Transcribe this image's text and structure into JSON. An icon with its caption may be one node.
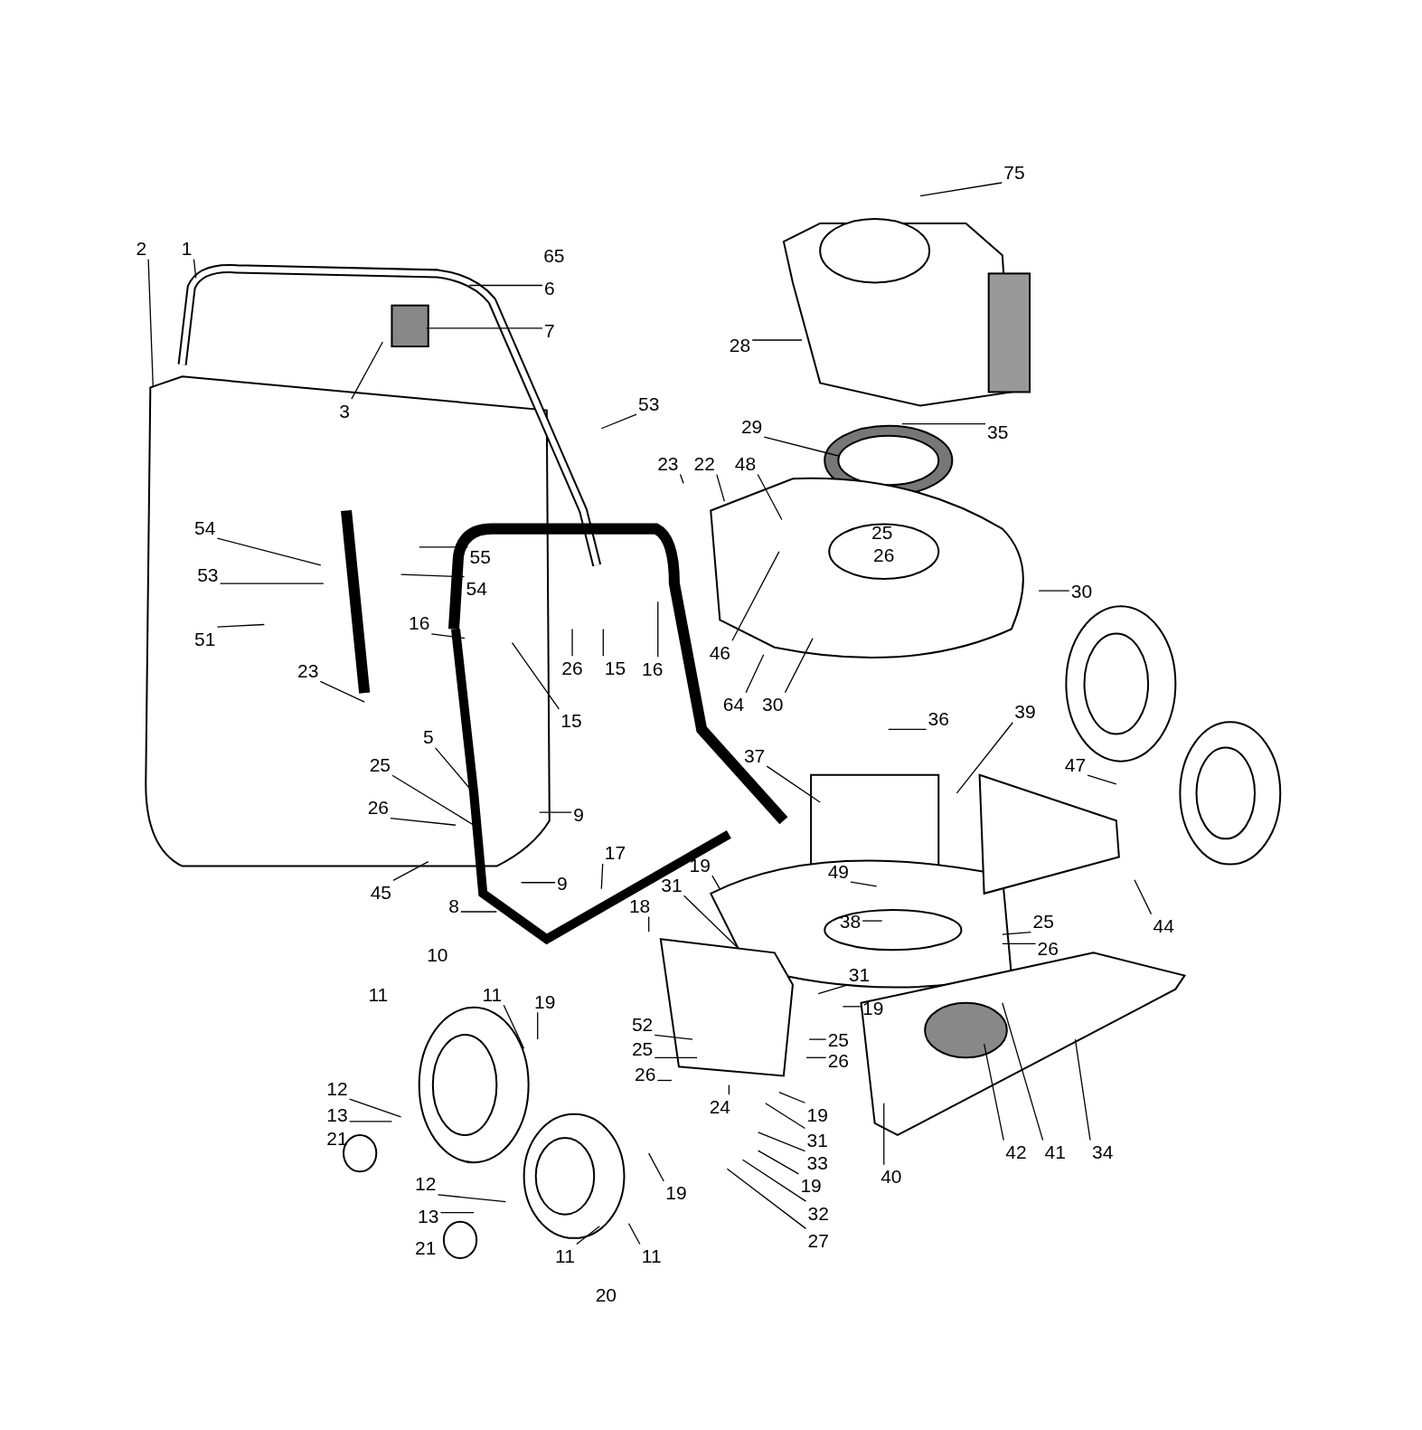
{
  "diagram": {
    "nodes": [
      {
        "text": [
          "75"
        ]
      },
      {
        "text": [
          "2"
        ]
      },
      {
        "text": [
          "1"
        ]
      },
      {
        "text": [
          "6"
        ]
      },
      {
        "text": [
          "7"
        ]
      },
      {
        "text": [
          "3"
        ]
      },
      {
        "text": [
          "53"
        ]
      },
      {
        "text": [
          "28"
        ]
      },
      {
        "text": [
          "29"
        ]
      },
      {
        "text": [
          "35"
        ]
      },
      {
        "text": [
          "23"
        ]
      },
      {
        "text": [
          "22"
        ]
      },
      {
        "text": [
          "48"
        ]
      },
      {
        "text": [
          "54"
        ]
      },
      {
        "text": [
          "53"
        ]
      },
      {
        "text": [
          "55"
        ]
      },
      {
        "text": [
          "54"
        ]
      },
      {
        "text": [
          "30"
        ]
      },
      {
        "text": [
          "51"
        ]
      },
      {
        "text": [
          "16"
        ]
      },
      {
        "text": [
          "26"
        ]
      },
      {
        "text": [
          "15"
        ]
      },
      {
        "text": [
          "16"
        ]
      },
      {
        "text": [
          "46"
        ]
      },
      {
        "text": [
          "23"
        ]
      },
      {
        "text": [
          "15"
        ]
      },
      {
        "text": [
          "64"
        ]
      },
      {
        "text": [
          "30"
        ]
      },
      {
        "text": [
          "36"
        ]
      },
      {
        "text": [
          "39"
        ]
      },
      {
        "text": [
          "5"
        ]
      },
      {
        "text": [
          "37"
        ]
      },
      {
        "text": [
          "25"
        ]
      },
      {
        "text": [
          "47"
        ]
      },
      {
        "text": [
          "26"
        ]
      },
      {
        "text": [
          "9"
        ]
      },
      {
        "text": [
          "17"
        ]
      },
      {
        "text": [
          "19"
        ]
      },
      {
        "text": [
          "49"
        ]
      },
      {
        "text": [
          "9"
        ]
      },
      {
        "text": [
          "31"
        ]
      },
      {
        "text": [
          "45"
        ]
      },
      {
        "text": [
          "8"
        ]
      },
      {
        "text": [
          "18"
        ]
      },
      {
        "text": [
          "38"
        ]
      },
      {
        "text": [
          "25"
        ]
      },
      {
        "text": [
          "26"
        ]
      },
      {
        "text": [
          "44"
        ]
      },
      {
        "text": [
          "11"
        ]
      },
      {
        "text": [
          "19"
        ]
      },
      {
        "text": [
          "31"
        ]
      },
      {
        "text": [
          "19"
        ]
      },
      {
        "text": [
          "52"
        ]
      },
      {
        "text": [
          "25"
        ]
      },
      {
        "text": [
          "25"
        ]
      },
      {
        "text": [
          "26"
        ]
      },
      {
        "text": [
          "26"
        ]
      },
      {
        "text": [
          "12"
        ]
      },
      {
        "text": [
          "24"
        ]
      },
      {
        "text": [
          "19"
        ]
      },
      {
        "text": [
          "13"
        ]
      },
      {
        "text": [
          "31"
        ]
      },
      {
        "text": [
          "33"
        ]
      },
      {
        "text": [
          "40"
        ]
      },
      {
        "text": [
          "42"
        ]
      },
      {
        "text": [
          "41"
        ]
      },
      {
        "text": [
          "34"
        ]
      },
      {
        "text": [
          "12"
        ]
      },
      {
        "text": [
          "19"
        ]
      },
      {
        "text": [
          "19"
        ]
      },
      {
        "text": [
          "32"
        ]
      },
      {
        "text": [
          "13"
        ]
      },
      {
        "text": [
          "27"
        ]
      },
      {
        "text": [
          "11"
        ]
      },
      {
        "text": [
          "11"
        ]
      }
    ],
    "edges": [
      {
        "from": 0,
        "to": null,
        "arrow": "none"
      },
      {
        "from": 1,
        "to": null,
        "arrow": "none"
      },
      {
        "from": 2,
        "to": null,
        "arrow": "none"
      },
      {
        "from": 3,
        "to": null,
        "arrow": "none"
      },
      {
        "from": 4,
        "to": null,
        "arrow": "none"
      },
      {
        "from": 5,
        "to": null,
        "arrow": "none"
      },
      {
        "from": 6,
        "to": null,
        "arrow": "none"
      },
      {
        "from": 7,
        "to": null,
        "arrow": "none"
      },
      {
        "from": 8,
        "to": null,
        "arrow": "none"
      },
      {
        "from": 9,
        "to": null,
        "arrow": "none"
      },
      {
        "from": 10,
        "to": null,
        "arrow": "none"
      },
      {
        "from": 11,
        "to": null,
        "arrow": "none"
      },
      {
        "from": 12,
        "to": null,
        "arrow": "none"
      },
      {
        "from": 13,
        "to": null,
        "arrow": "none"
      },
      {
        "from": 14,
        "to": null,
        "arrow": "none"
      },
      {
        "from": 15,
        "to": null,
        "arrow": "none"
      },
      {
        "from": 16,
        "to": null,
        "arrow": "none"
      },
      {
        "from": 17,
        "to": null,
        "arrow": "none"
      },
      {
        "from": 18,
        "to": null,
        "arrow": "none"
      },
      {
        "from": 19,
        "to": null,
        "arrow": "none"
      },
      {
        "from": 20,
        "to": null,
        "arrow": "none"
      },
      {
        "from": 21,
        "to": null,
        "arrow": "none"
      },
      {
        "from": 22,
        "to": null,
        "arrow": "none"
      },
      {
        "from": 23,
        "to": null,
        "arrow": "none"
      },
      {
        "from": 24,
        "to": null,
        "arrow": "none"
      },
      {
        "from": 25,
        "to": null,
        "arrow": "none"
      },
      {
        "from": 26,
        "to": null,
        "arrow": "none"
      },
      {
        "from": 27,
        "to": null,
        "arrow": "none"
      },
      {
        "from": 28,
        "to": null,
        "arrow": "none"
      },
      {
        "from": 29,
        "to": null,
        "arrow": "none"
      },
      {
        "from": 30,
        "to": null,
        "arrow": "none"
      },
      {
        "from": 31,
        "to": null,
        "arrow": "none"
      },
      {
        "from": 32,
        "to": null,
        "arrow": "none"
      },
      {
        "from": 33,
        "to": null,
        "arrow": "none"
      },
      {
        "from": 34,
        "to": null,
        "arrow": "none"
      },
      {
        "from": 35,
        "to": null,
        "arrow": "none"
      },
      {
        "from": 36,
        "to": null,
        "arrow": "none"
      },
      {
        "from": 37,
        "to": null,
        "arrow": "none"
      },
      {
        "from": 38,
        "to": null,
        "arrow": "none"
      },
      {
        "from": 39,
        "to": null,
        "arrow": "none"
      },
      {
        "from": 40,
        "to": null,
        "arrow": "none"
      },
      {
        "from": 41,
        "to": null,
        "arrow": "none"
      },
      {
        "from": 42,
        "to": null,
        "arrow": "none"
      },
      {
        "from": 43,
        "to": null,
        "arrow": "none"
      },
      {
        "from": 44,
        "to": null,
        "arrow": "none"
      },
      {
        "from": 45,
        "to": null,
        "arrow": "none"
      },
      {
        "from": 46,
        "to": null,
        "arrow": "none"
      },
      {
        "from": 47,
        "to": null,
        "arrow": "none"
      },
      {
        "from": 48,
        "to": null,
        "arrow": "none"
      },
      {
        "from": 49,
        "to": null,
        "arrow": "none"
      },
      {
        "from": 50,
        "to": null,
        "arrow": "none"
      },
      {
        "from": 51,
        "to": null,
        "arrow": "none"
      },
      {
        "from": 52,
        "to": null,
        "arrow": "none"
      },
      {
        "from": 53,
        "to": null,
        "arrow": "none"
      },
      {
        "from": 54,
        "to": null,
        "arrow": "none"
      },
      {
        "from": 55,
        "to": null,
        "arrow": "none"
      },
      {
        "from": 56,
        "to": null,
        "arrow": "none"
      },
      {
        "from": 57,
        "to": null,
        "arrow": "none"
      },
      {
        "from": 58,
        "to": null,
        "arrow": "none"
      },
      {
        "from": 59,
        "to": null,
        "arrow": "none"
      },
      {
        "from": 60,
        "to": null,
        "arrow": "none"
      },
      {
        "from": 61,
        "to": null,
        "arrow": "none"
      },
      {
        "from": 62,
        "to": null,
        "arrow": "none"
      },
      {
        "from": 63,
        "to": null,
        "arrow": "none"
      },
      {
        "from": 64,
        "to": null,
        "arrow": "none"
      },
      {
        "from": 65,
        "to": null,
        "arrow": "none"
      },
      {
        "from": 66,
        "to": null,
        "arrow": "none"
      },
      {
        "from": 67,
        "to": null,
        "arrow": "none"
      },
      {
        "from": 68,
        "to": null,
        "arrow": "none"
      },
      {
        "from": 69,
        "to": null,
        "arrow": "none"
      },
      {
        "from": 70,
        "to": null,
        "arrow": "none"
      },
      {
        "from": 71,
        "to": null,
        "arrow": "none"
      },
      {
        "from": 72,
        "to": null,
        "arrow": "none"
      },
      {
        "from": 73,
        "to": null,
        "arrow": "none"
      },
      {
        "from": 74,
        "to": null,
        "arrow": "none"
      }
    ],
    "labels": [
      "65",
      "25",
      "26",
      "10",
      "11",
      "21",
      "21",
      "20"
    ]
  }
}
